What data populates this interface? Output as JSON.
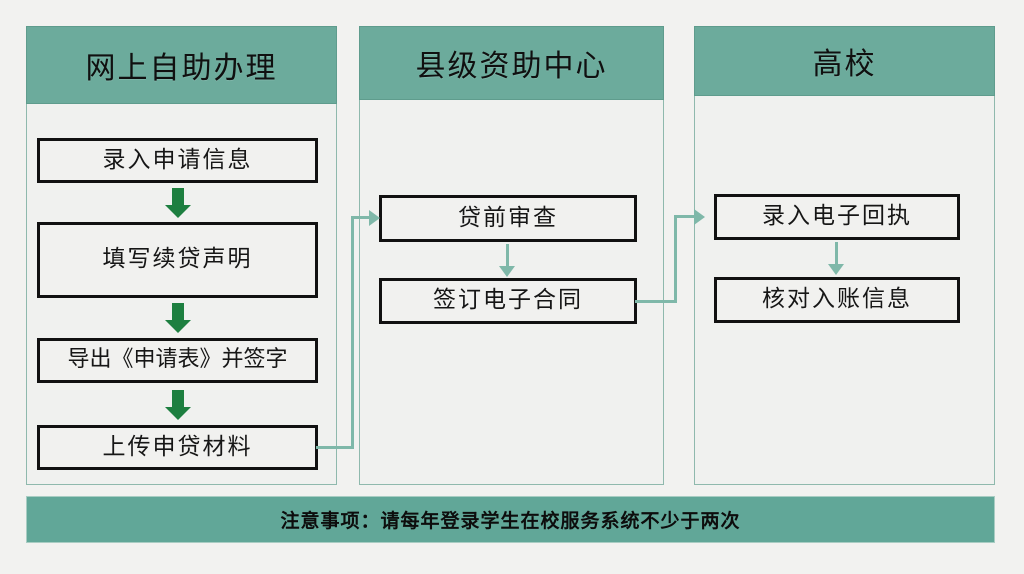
{
  "diagram": {
    "title_present": false,
    "colors": {
      "header_fill": "#6cab9c",
      "lane_border": "#8fb9ad",
      "lane_body": "#f0f1ef",
      "box_border": "#111111",
      "box_fill": "#f1f1ef",
      "green_arrow": "#1d7f40",
      "teal_connector": "#7fb8a9",
      "footer_fill": "#61a798",
      "page_background": "#f2f2f0"
    },
    "lanes": [
      {
        "id": "lane-online-self-service",
        "header": "网上自助办理",
        "steps": [
          {
            "id": "step-enter-application-info",
            "label": "录入申请信息"
          },
          {
            "id": "step-fill-renewal-statement",
            "label": "填写续贷声明"
          },
          {
            "id": "step-export-form-and-sign",
            "label": "导出《申请表》并签字"
          },
          {
            "id": "step-upload-loan-materials",
            "label": "上传申贷材料"
          }
        ]
      },
      {
        "id": "lane-county-aid-center",
        "header": "县级资助中心",
        "steps": [
          {
            "id": "step-pre-loan-review",
            "label": "贷前审查"
          },
          {
            "id": "step-sign-electronic-contract",
            "label": "签订电子合同"
          }
        ]
      },
      {
        "id": "lane-university",
        "header": "高校",
        "steps": [
          {
            "id": "step-enter-electronic-receipt",
            "label": "录入电子回执"
          },
          {
            "id": "step-verify-credit-info",
            "label": "核对入账信息"
          }
        ]
      }
    ],
    "connectors": [
      {
        "id": "connector-1-to-2",
        "from": "step-upload-loan-materials",
        "to": "step-pre-loan-review",
        "style": "elbow-right-up-right",
        "color": "#7fb8a9"
      },
      {
        "id": "connector-2-to-3",
        "from": "step-sign-electronic-contract",
        "to": "step-enter-electronic-receipt",
        "style": "elbow-right-up-right",
        "color": "#7fb8a9"
      }
    ],
    "footer": {
      "note": "注意事项：请每年登录学生在校服务系统不少于两次"
    }
  }
}
